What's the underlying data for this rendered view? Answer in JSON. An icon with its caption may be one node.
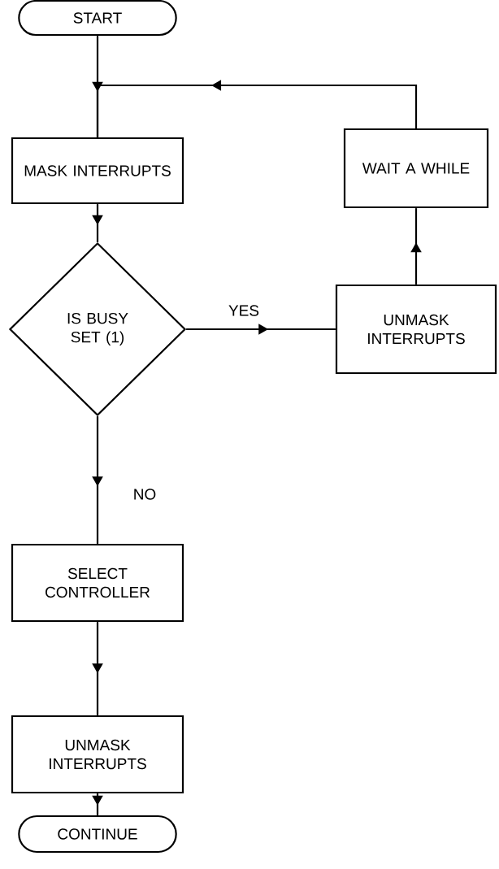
{
  "diagram": {
    "nodes": [
      {
        "text": [
          "START"
        ]
      },
      {
        "text": [
          "MASK INTERRUPTS"
        ]
      },
      {
        "text": [
          "IS BUSY SET (1)"
        ]
      },
      {
        "text": [
          "UNMASK INTERRUPTS"
        ]
      },
      {
        "text": [
          "WAIT A WHILE"
        ]
      },
      {
        "text": [
          "SELECT CONTROLLER"
        ]
      },
      {
        "text": [
          "UNMASK INTERRUPTS"
        ]
      },
      {
        "text": [
          "CONTINUE"
        ]
      }
    ],
    "edges": [
      {
        "from": 0,
        "to": 1,
        "arrow": "to"
      },
      {
        "from": 1,
        "to": 2,
        "arrow": "to"
      },
      {
        "from": 2,
        "to": 3,
        "arrow": "to",
        "label": "YES"
      },
      {
        "from": 3,
        "to": 4,
        "arrow": "to"
      },
      {
        "from": 4,
        "to": 1,
        "arrow": "to"
      },
      {
        "from": 2,
        "to": 5,
        "arrow": "to",
        "label": "NO"
      },
      {
        "from": 5,
        "to": 6,
        "arrow": "to"
      },
      {
        "from": 6,
        "to": 7,
        "arrow": "to"
      }
    ]
  }
}
